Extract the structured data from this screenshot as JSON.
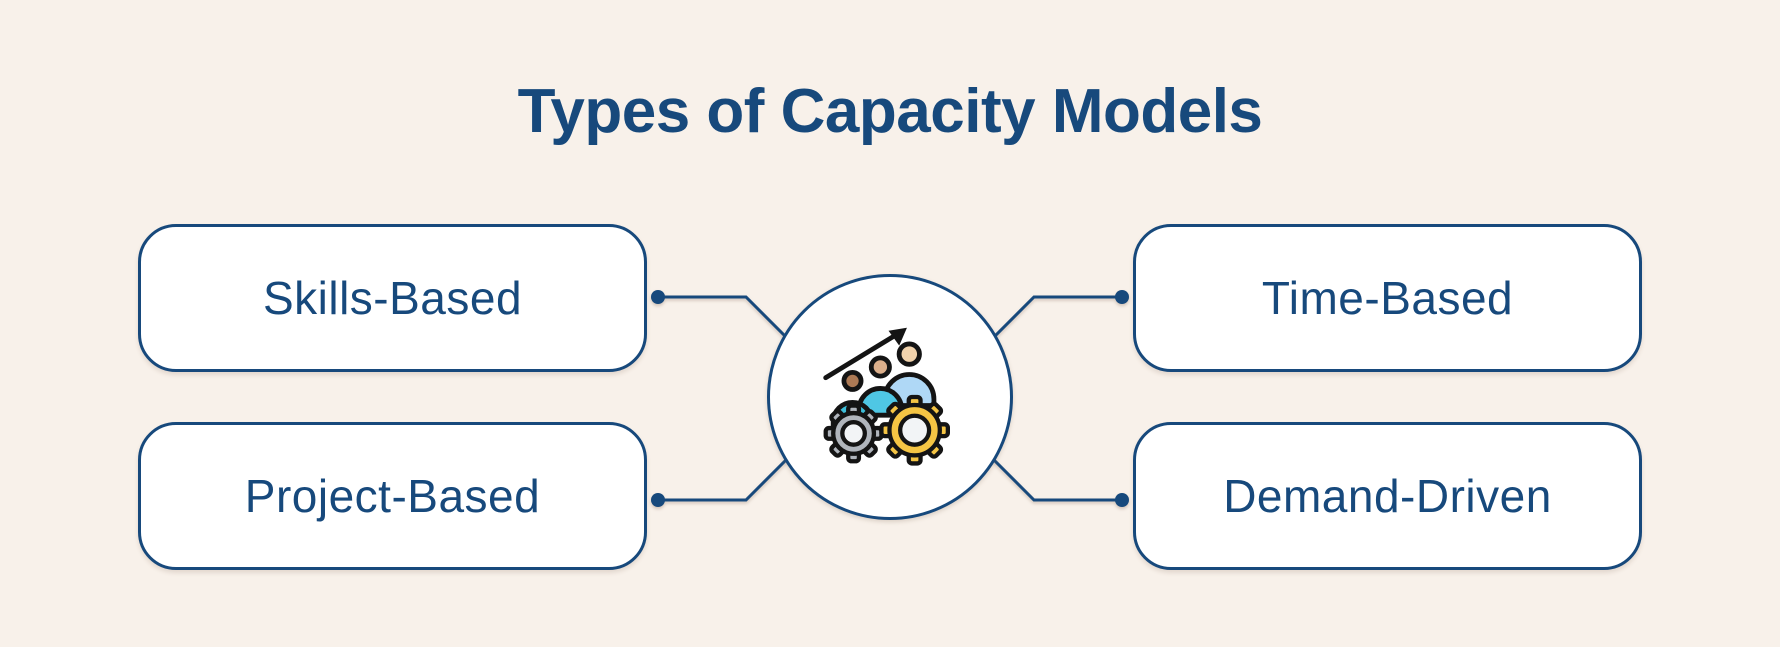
{
  "title": "Types of Capacity Models",
  "nodes": {
    "top_left": {
      "label": "Skills-Based"
    },
    "top_right": {
      "label": "Time-Based"
    },
    "bottom_left": {
      "label": "Project-Based"
    },
    "bottom_right": {
      "label": "Demand-Driven"
    }
  },
  "center_icon": "team-growth-gears-icon",
  "colors": {
    "background": "#F8F1EA",
    "navy": "#17497C",
    "box_fill": "#FFFFFF",
    "icon_outline": "#141414",
    "gear_gray": "#B0B5BC",
    "gear_yellow": "#F5C544",
    "gear_inner": "#F2F4F6",
    "person_teal": "#3EBED9",
    "person_cyan": "#4FC7E4",
    "person_light_blue": "#AFD8F6",
    "head_brown": "#AD7A55",
    "head_tan": "#DCAF8B",
    "head_light": "#F2D3AC"
  }
}
